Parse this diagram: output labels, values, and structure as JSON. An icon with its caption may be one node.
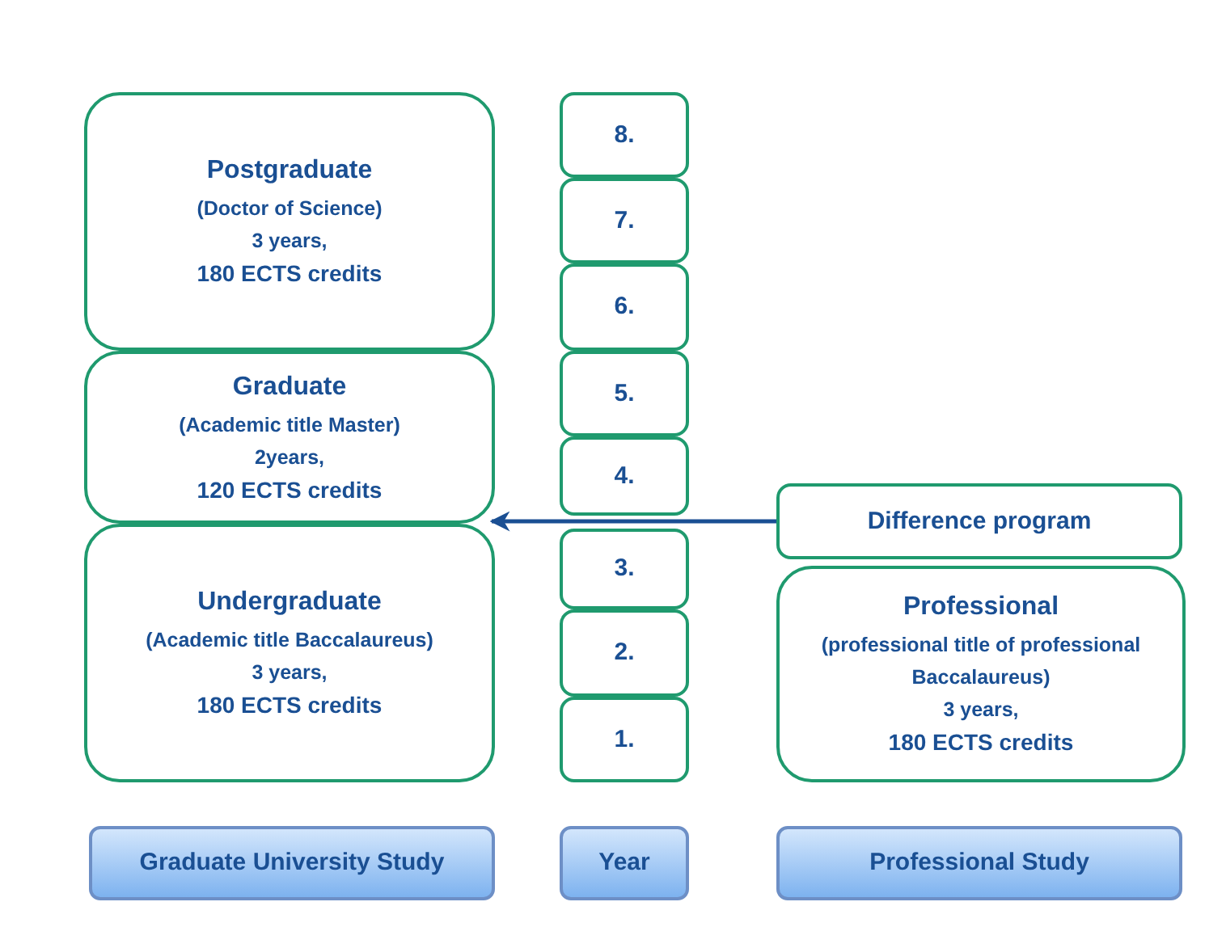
{
  "diagram": {
    "nodes": [
      {
        "text": [
          "Postgraduate",
          "(Doctor of Science)",
          "3 years,",
          "180 ECTS credits"
        ]
      },
      {
        "text": [
          "Graduate",
          "(Academic title Master)",
          "2years,",
          "120 ECTS credits"
        ]
      },
      {
        "text": [
          "Undergraduate",
          "(Academic title Baccalaureus)",
          "3 years,",
          "180 ECTS credits"
        ]
      },
      {
        "text": [
          "8."
        ]
      },
      {
        "text": [
          "7."
        ]
      },
      {
        "text": [
          "6."
        ]
      },
      {
        "text": [
          "5."
        ]
      },
      {
        "text": [
          "4."
        ]
      },
      {
        "text": [
          "3."
        ]
      },
      {
        "text": [
          "2."
        ]
      },
      {
        "text": [
          "1."
        ]
      },
      {
        "text": [
          "Difference program"
        ]
      },
      {
        "text": [
          "Professional",
          "(professional title of professional Baccalaureus)",
          "3 years,",
          "180 ECTS credits"
        ]
      },
      {
        "text": [
          "Graduate University Study"
        ]
      },
      {
        "text": [
          "Year"
        ]
      },
      {
        "text": [
          "Professional Study"
        ]
      }
    ],
    "edges": [
      {
        "from": 11,
        "to": 1,
        "arrow": "to"
      }
    ]
  }
}
